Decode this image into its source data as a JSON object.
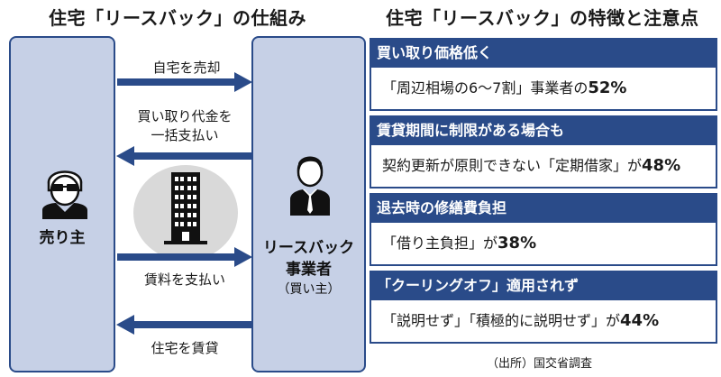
{
  "titles": {
    "left": "住宅「リースバック」の仕組み",
    "right": "住宅「リースバック」の特徴と注意点"
  },
  "parties": {
    "seller": "売り主",
    "lessor_line1": "リースバック",
    "lessor_line2": "事業者",
    "lessor_line3": "（買い主）"
  },
  "flows": {
    "sell_home": "自宅を売却",
    "pay_price_1": "買い取り代金を",
    "pay_price_2": "一括支払い",
    "pay_rent": "賃料を支払い",
    "lease_home": "住宅を賃貸"
  },
  "icons": {
    "seller": "elderly-person-icon",
    "lessor": "businessman-icon",
    "property": "apartment-building-icon"
  },
  "features": [
    {
      "heading": "買い取り価格低く",
      "text": "「周辺相場の6～7割」事業者の",
      "value": "52%"
    },
    {
      "heading": "賃貸期間に制限がある場合も",
      "text": "契約更新が原則できない「定期借家」が",
      "value": "48%"
    },
    {
      "heading": "退去時の修繕費負担",
      "text": "「借り主負担」が",
      "value": "38%"
    },
    {
      "heading": "「クーリングオフ」適用されず",
      "text": "「説明せず」「積極的に説明せず」が",
      "value": "44%"
    }
  ],
  "source": "（出所）国交省調査",
  "colors": {
    "navy": "#2a4b89",
    "box_fill": "#c6d0e6",
    "circle": "#d9d9d9"
  }
}
